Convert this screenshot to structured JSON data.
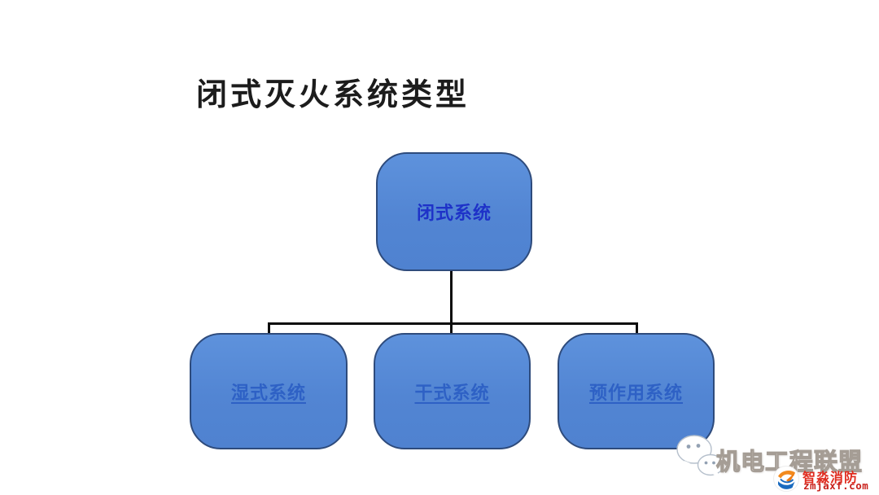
{
  "title": {
    "text": "闭式灭火系统类型",
    "color": "#1c1c1c"
  },
  "diagram": {
    "type": "hierarchy-flowchart",
    "root": {
      "id": "closed-system",
      "label": "闭式系统"
    },
    "children": [
      {
        "id": "wet-system",
        "label": "湿式系统"
      },
      {
        "id": "dry-system",
        "label": "干式系统"
      },
      {
        "id": "preaction-system",
        "label": "预作用系统"
      }
    ],
    "colors": {
      "node_fill": "#5588d5",
      "node_border": "#2e4b7c",
      "root_label_color": "#1e32c8",
      "child_label_color": "#2b5ec4",
      "connector_color": "#0d0d0d"
    }
  },
  "watermark": {
    "wechat_icon": "wechat-icon",
    "brand_text": "机电工程联盟",
    "logo_icon": "zhimiao-fire-logo",
    "company_name": "智淼消防",
    "website": "zmjaxf.com",
    "company_color": "#e02b1e",
    "website_color": "#c8201a"
  }
}
